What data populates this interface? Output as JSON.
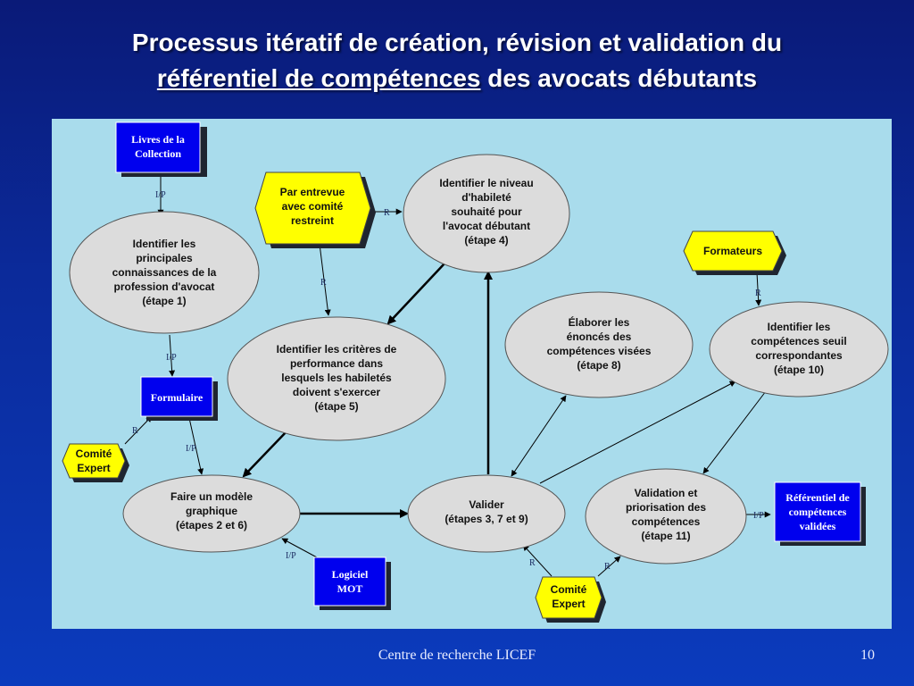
{
  "slide": {
    "title_line1": "Processus itératif de création, révision et validation du",
    "title_line2_underlined": "référentiel de compétences",
    "title_line2_rest": " des avocats débutants",
    "footer": "Centre de recherche LICEF",
    "page_number": "10"
  },
  "colors": {
    "panel": "#a9dcec",
    "ellipse": "#dcdcdc",
    "resource_blue": "#0000ee",
    "actor_yellow": "#ffff00"
  },
  "nodes": {
    "livres": [
      "Livres de la",
      "Collection"
    ],
    "etape1": [
      "Identifier les",
      "principales",
      "connaissances de la",
      "profession d'avocat",
      "(étape 1)"
    ],
    "formulaire": [
      "Formulaire"
    ],
    "comite1": [
      "Comité",
      "Expert"
    ],
    "etape26": [
      "Faire un modèle",
      "graphique",
      "(étapes 2 et 6)"
    ],
    "logiciel": [
      "Logiciel",
      "MOT"
    ],
    "entrevue": [
      "Par entrevue",
      "avec comité",
      "restreint"
    ],
    "etape5": [
      "Identifier les critères de",
      "performance dans",
      "lesquels les habiletés",
      "doivent s'exercer",
      "(étape 5)"
    ],
    "etape4": [
      "Identifier le niveau",
      "d'habileté",
      "souhaité pour",
      "l'avocat débutant",
      "(étape 4)"
    ],
    "valider": [
      "Valider",
      "(étapes 3, 7 et 9)"
    ],
    "etape8": [
      "Élaborer les",
      "énoncés des",
      "compétences visées",
      "(étape 8)"
    ],
    "formateurs": [
      "Formateurs"
    ],
    "etape10": [
      "Identifier les",
      "compétences seuil",
      "correspondantes",
      "(étape 10)"
    ],
    "etape11": [
      "Validation et",
      "priorisation des",
      "compétences",
      "(étape 11)"
    ],
    "referentiel": [
      "Référentiel de",
      "compétences",
      "validées"
    ],
    "comite2": [
      "Comité",
      "Expert"
    ]
  },
  "link_labels": {
    "livres_etape1": "I/P",
    "etape1_formulaire": "I/P",
    "comite1_formulaire": "R",
    "formulaire_etape26": "I/P",
    "logiciel_etape26": "I/P",
    "entrevue_etape4": "R",
    "entrevue_etape5": "R",
    "formateurs_etape10": "R",
    "etape11_referentiel": "I/P",
    "comite2_valider": "R",
    "comite2_etape11": "R"
  }
}
